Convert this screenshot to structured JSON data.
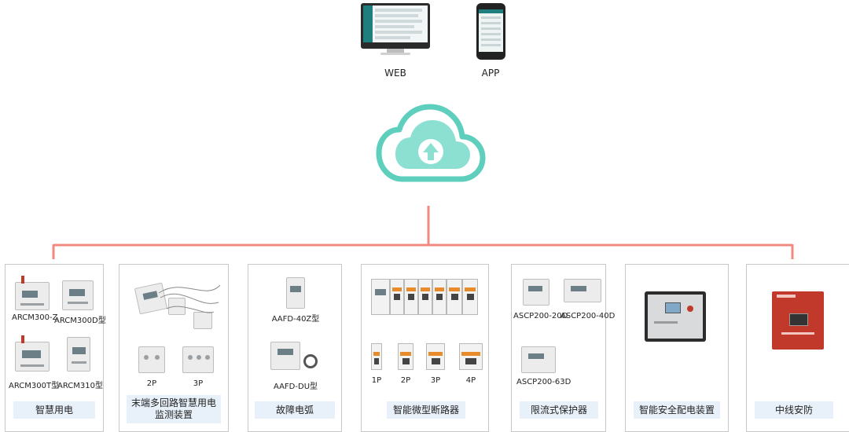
{
  "top": {
    "web_label": "WEB",
    "app_label": "APP"
  },
  "colors": {
    "cloud": "#5fcfbd",
    "cloud_fill": "#8be0d2",
    "connector": "#f08a80",
    "caption_bg": "#e8f0fa",
    "card_border": "#c8c8c8"
  },
  "cards": [
    {
      "caption": "智慧用电",
      "products": [
        "ARCM300-Z",
        "ARCM300D型",
        "ARCM300T型",
        "ARCM310型"
      ]
    },
    {
      "caption_line1": "末端多回路智慧用电",
      "caption_line2": "监测装置",
      "products": [
        "2P",
        "3P"
      ]
    },
    {
      "caption": "故障电弧",
      "products": [
        "AAFD-40Z型",
        "AAFD-DU型"
      ]
    },
    {
      "caption": "智能微型断路器",
      "products": [
        "1P",
        "2P",
        "3P",
        "4P"
      ]
    },
    {
      "caption": "限流式保护器",
      "products": [
        "ASCP200-20D",
        "ASCP200-40D",
        "ASCP200-63D"
      ]
    },
    {
      "caption": "智能安全配电装置",
      "products": []
    },
    {
      "caption": "中线安防",
      "products": []
    }
  ]
}
